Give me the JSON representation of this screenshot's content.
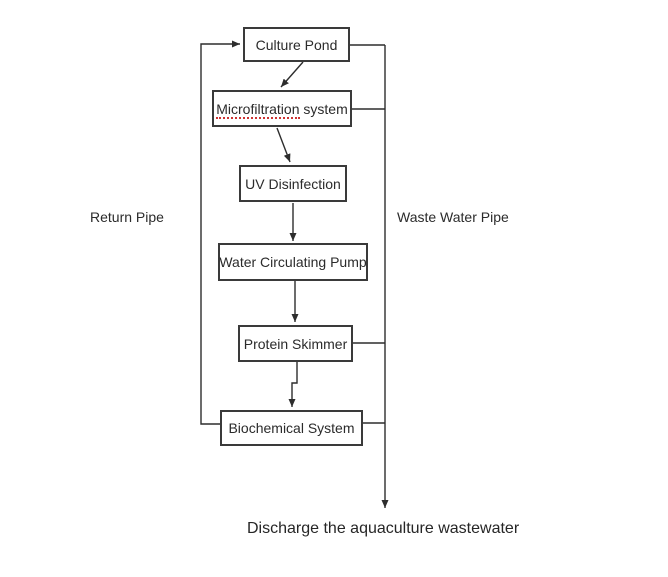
{
  "diagram": {
    "type": "flowchart",
    "background": "#ffffff",
    "colors": {
      "line": "#2d2d2d",
      "box_border": "#3a3a3a",
      "text": "#2b2b2b",
      "spellcheck_underline": "#cc3333"
    },
    "nodes": [
      {
        "id": "culture-pond",
        "label": "Culture Pond"
      },
      {
        "id": "microfiltration-system",
        "label": "Microfiltration system",
        "underlined_word": "Microfiltration",
        "label_rest": " system"
      },
      {
        "id": "uv-disinfection",
        "label": "UV Disinfection"
      },
      {
        "id": "water-circulating-pump",
        "label": "Water Circulating Pump"
      },
      {
        "id": "protein-skimmer",
        "label": "Protein Skimmer"
      },
      {
        "id": "biochemical-system",
        "label": "Biochemical System"
      }
    ],
    "pipe_labels": {
      "return_pipe": "Return Pipe",
      "waste_water_pipe": "Waste Water Pipe"
    },
    "caption": "Discharge the aquaculture wastewater",
    "edges": [
      {
        "from": "culture-pond",
        "to": "microfiltration-system"
      },
      {
        "from": "microfiltration-system",
        "to": "uv-disinfection"
      },
      {
        "from": "uv-disinfection",
        "to": "water-circulating-pump"
      },
      {
        "from": "water-circulating-pump",
        "to": "protein-skimmer"
      },
      {
        "from": "protein-skimmer",
        "to": "biochemical-system"
      },
      {
        "from": "biochemical-system",
        "to": "culture-pond",
        "via": "Return Pipe"
      },
      {
        "from": "culture-pond",
        "to": "discharge",
        "via": "Waste Water Pipe"
      },
      {
        "from": "microfiltration-system",
        "to": "discharge",
        "via": "Waste Water Pipe"
      },
      {
        "from": "protein-skimmer",
        "to": "discharge",
        "via": "Waste Water Pipe"
      },
      {
        "from": "biochemical-system",
        "to": "discharge",
        "via": "Waste Water Pipe"
      }
    ]
  }
}
